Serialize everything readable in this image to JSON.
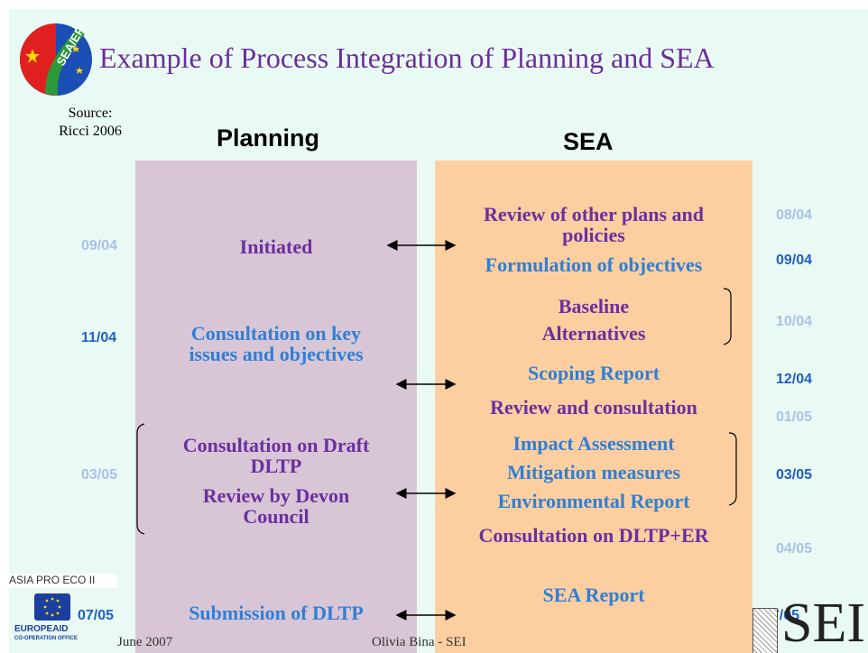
{
  "title": "Example of Process Integration of Planning and SEA",
  "source": [
    "Source:",
    "Ricci 2006"
  ],
  "headers": {
    "planning": "Planning",
    "sea": "SEA"
  },
  "planning_items": {
    "initiated": "Initiated",
    "consult_key_1": "Consultation  on key",
    "consult_key_2": "issues and objectives",
    "consult_draft_1": "Consultation on Draft",
    "consult_draft_2": "DLTP",
    "review_devon_1": "Review by Devon",
    "review_devon_2": "Council",
    "submission": "Submission of DLTP"
  },
  "sea_items": {
    "review_plans_1": "Review of other plans and",
    "review_plans_2": "policies",
    "formulation": "Formulation of objectives",
    "baseline": "Baseline",
    "alternatives": "Alternatives",
    "scoping": "Scoping Report",
    "review_consult": "Review and consultation",
    "impact": "Impact Assessment",
    "mitigation": "Mitigation measures",
    "env_report": "Environmental Report",
    "consult_dltp": "Consultation on DLTP+ER",
    "sea_report": "SEA Report"
  },
  "left_dates": {
    "d0904": "09/04",
    "d1104": "11/04",
    "d0305": "03/05",
    "d0705": "07/05"
  },
  "right_dates": {
    "d0804": "08/04",
    "d0904": "09/04",
    "d1004": "10/04",
    "d1204": "12/04",
    "d0105": "01/05",
    "d0305": "03/05",
    "d0405": "04/05",
    "d0705": "07/05"
  },
  "footer": {
    "date": "June 2007",
    "author": "Olivia Bina - SEI"
  },
  "logos": {
    "sea_epi": "SEA/EPI",
    "asia_pro_eco": "ASIA PRO ECO II",
    "europeaid_1": "EUROPEAID",
    "europeaid_2": "CO-OPERATION OFFICE",
    "sei": "SEI"
  },
  "colors": {
    "purple": "#6a2fa0",
    "blue": "#2f7fd6",
    "planning_bg": "#d8c6d6",
    "sea_bg": "#fdcfa0",
    "slide_bg": "#e9faf5"
  }
}
